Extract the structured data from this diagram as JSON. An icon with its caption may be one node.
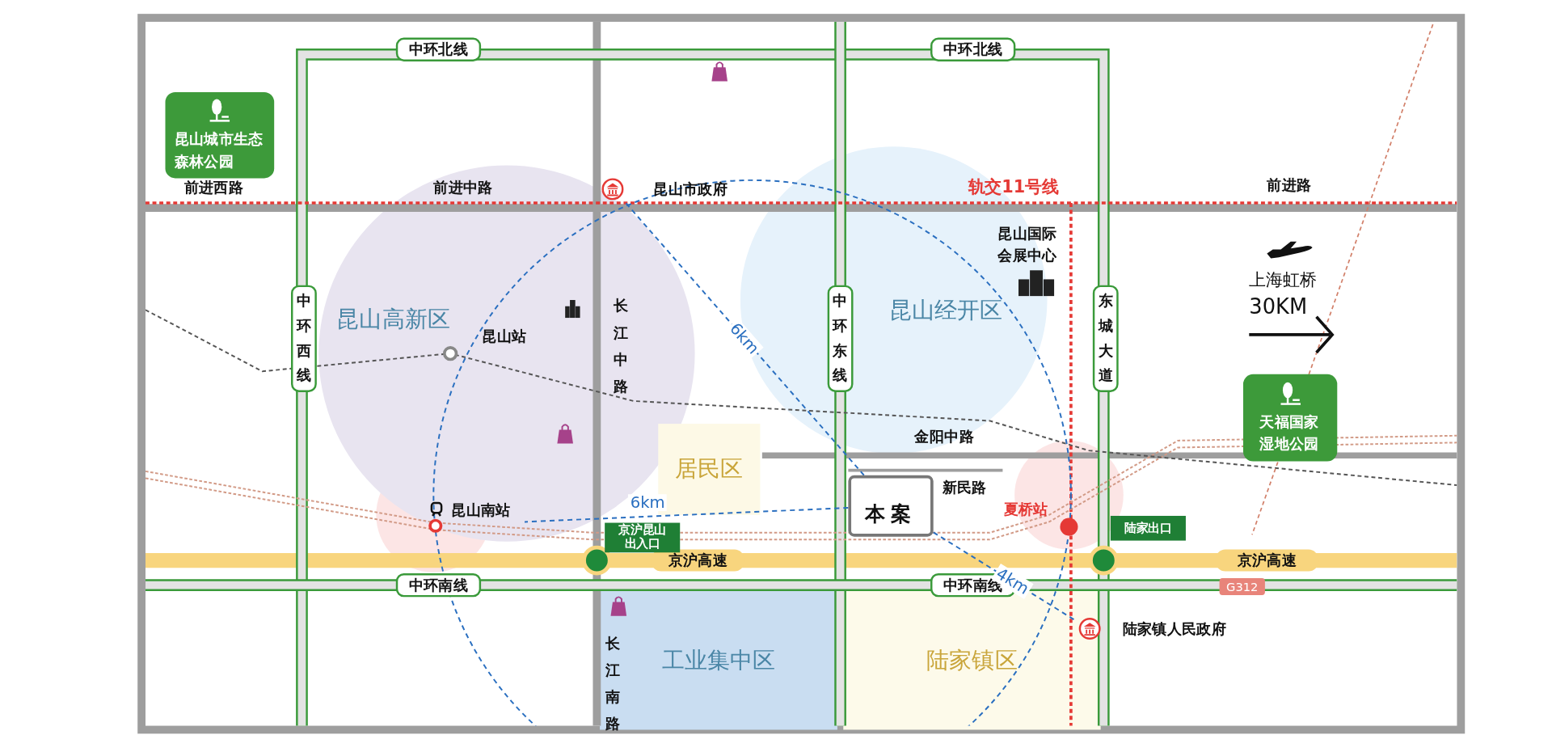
{
  "diagram": {
    "nodes": [
      {
        "text": [
          "昆山城市生态森林公园"
        ]
      },
      {
        "text": [
          "天福国家湿地公园"
        ]
      },
      {
        "text": [
          "中环北线"
        ]
      },
      {
        "text": [
          "中环北线"
        ]
      },
      {
        "text": [
          "中环西线"
        ]
      },
      {
        "text": [
          "中环东线"
        ]
      },
      {
        "text": [
          "东城大道"
        ]
      },
      {
        "text": [
          "中环南线"
        ]
      },
      {
        "text": [
          "中环南线"
        ]
      },
      {
        "text": [
          "京沪高速"
        ]
      },
      {
        "text": [
          "京沪高速"
        ]
      },
      {
        "text": [
          "G312"
        ]
      },
      {
        "text": [
          "京沪昆山出入口"
        ]
      },
      {
        "text": [
          "陆家出口"
        ]
      },
      {
        "text": [
          "昆山高新区"
        ]
      },
      {
        "text": [
          "昆山经开区"
        ]
      },
      {
        "text": [
          "居民区"
        ]
      },
      {
        "text": [
          "工业集中区"
        ]
      },
      {
        "text": [
          "陆家镇区"
        ]
      },
      {
        "text": [
          "本案"
        ]
      },
      {
        "text": [
          "昆山市政府"
        ]
      },
      {
        "text": [
          "昆山南站"
        ]
      },
      {
        "text": [
          "陆家镇人民政府"
        ]
      }
    ],
    "edges": [
      {
        "from": 19,
        "to": 20,
        "arrow": "none",
        "label": "6km",
        "style": "dashed"
      },
      {
        "from": 19,
        "to": 21,
        "arrow": "none",
        "label": "6km",
        "style": "dashed"
      },
      {
        "from": 19,
        "to": 22,
        "arrow": "none",
        "label": "4km",
        "style": "dashed"
      }
    ],
    "labels": [
      "前进西路",
      "前进中路",
      "轨交11号线",
      "前进路",
      "昆山国际会展中心",
      "昆山站",
      "长江中路",
      "上海虹桥",
      "30KM",
      "金阳中路",
      "新民路",
      "夏桥站",
      "长江南路"
    ]
  }
}
